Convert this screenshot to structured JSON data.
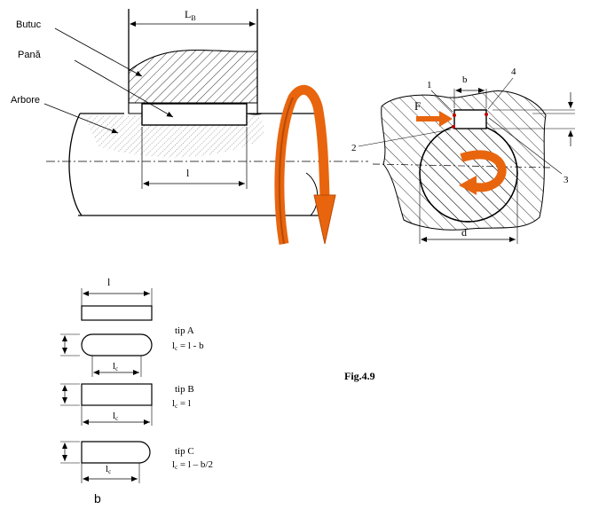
{
  "labels": {
    "butuc": "Butuc",
    "pana": "Pană",
    "arbore": "Arbore",
    "lb_main": "L",
    "lb_sub": "B",
    "len_l": "l",
    "num1": "1",
    "b_dim": "b",
    "num4": "4",
    "force": "F",
    "num2": "2",
    "num3": "3",
    "d_dim": "d",
    "keys_l": "l",
    "bottom_b": "b",
    "fig": "Fig.4.9"
  },
  "types": {
    "a_name": "tip A",
    "a_formula_l": "l",
    "a_formula_sub": "c",
    "a_formula_rest": " = l - b",
    "b_name": "tip B",
    "b_formula_l": "l",
    "b_formula_sub": "c",
    "b_formula_rest": " = l",
    "c_name": "tip C",
    "c_formula_l": "l",
    "c_formula_sub": "c",
    "c_formula_rest": " = l – b/2",
    "lc_main": "l",
    "lc_sub": "c"
  },
  "colors": {
    "arrow": "#e8650e",
    "arrow_dark": "#b84a06",
    "contact": "#c00000"
  }
}
